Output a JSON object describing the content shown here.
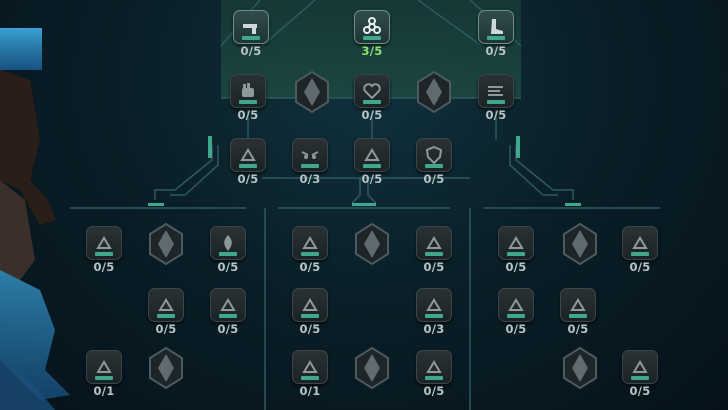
{
  "top_row": [
    {
      "icon": "gun-boot-icon",
      "count": "0/5",
      "active": true
    },
    {
      "icon": "biohazard-icon",
      "count": "3/5",
      "active": true,
      "highlight": true
    },
    {
      "icon": "boot-speed-icon",
      "count": "0/5",
      "active": true
    }
  ],
  "row2": [
    {
      "icon": "fist-icon",
      "count": "0/5"
    },
    {
      "icon": "mask-emblem-icon",
      "count": ""
    },
    {
      "icon": "heart-icon",
      "count": "0/5"
    },
    {
      "icon": "horned-emblem-icon",
      "count": ""
    },
    {
      "icon": "wind-lines-icon",
      "count": "0/5"
    }
  ],
  "row3": [
    {
      "icon": "fist-burst-icon",
      "count": "0/5"
    },
    {
      "icon": "angry-eyes-icon",
      "count": "0/3"
    },
    {
      "icon": "pointing-hand-icon",
      "count": "0/5"
    },
    {
      "icon": "shield-icon",
      "count": "0/5"
    }
  ],
  "branch_left": {
    "row1": [
      {
        "icon": "splatter-icon",
        "count": "0/5"
      },
      {
        "icon": "figure-emblem-icon",
        "count": ""
      },
      {
        "icon": "flame-icon",
        "count": "0/5"
      }
    ],
    "row2": [
      {
        "icon": "shield-heart-icon",
        "count": "0/5"
      },
      {
        "icon": "fire-burst-icon",
        "count": "0/5"
      }
    ],
    "row3": [
      {
        "icon": "card-icon",
        "count": "0/1"
      },
      {
        "icon": "helmet-emblem-icon",
        "count": ""
      }
    ]
  },
  "branch_mid": {
    "row1": [
      {
        "icon": "hand-pill-icon",
        "count": "0/5"
      },
      {
        "icon": "dancer-emblem-icon",
        "count": ""
      },
      {
        "icon": "chevron-crest-icon",
        "count": "0/5"
      }
    ],
    "row2": [
      {
        "icon": "fist-heart-icon",
        "count": "0/5"
      },
      {
        "icon": "fist-splash-icon",
        "count": "0/3"
      }
    ],
    "row3": [
      {
        "icon": "wing-crest-icon",
        "count": "0/1"
      },
      {
        "icon": "warrior-emblem-icon",
        "count": ""
      },
      {
        "icon": "fire-heart-icon",
        "count": "0/5"
      }
    ]
  },
  "branch_right": {
    "row1": [
      {
        "icon": "biohazard-small-icon",
        "count": "0/5"
      },
      {
        "icon": "creature-emblem-icon",
        "count": ""
      },
      {
        "icon": "bench-icon",
        "count": "0/5"
      }
    ],
    "row2": [
      {
        "icon": "glare-eyes-icon",
        "count": "0/5"
      },
      {
        "icon": "wing-fire-icon",
        "count": "0/5"
      }
    ],
    "row3": [
      {
        "icon": "hooded-emblem-icon",
        "count": ""
      },
      {
        "icon": "flame-small-icon",
        "count": "0/5"
      }
    ]
  },
  "colors": {
    "accent": "#3da88e",
    "count_highlight": "#8be06e",
    "count_default": "#b8c4c6",
    "line": "#2d5a5e"
  }
}
